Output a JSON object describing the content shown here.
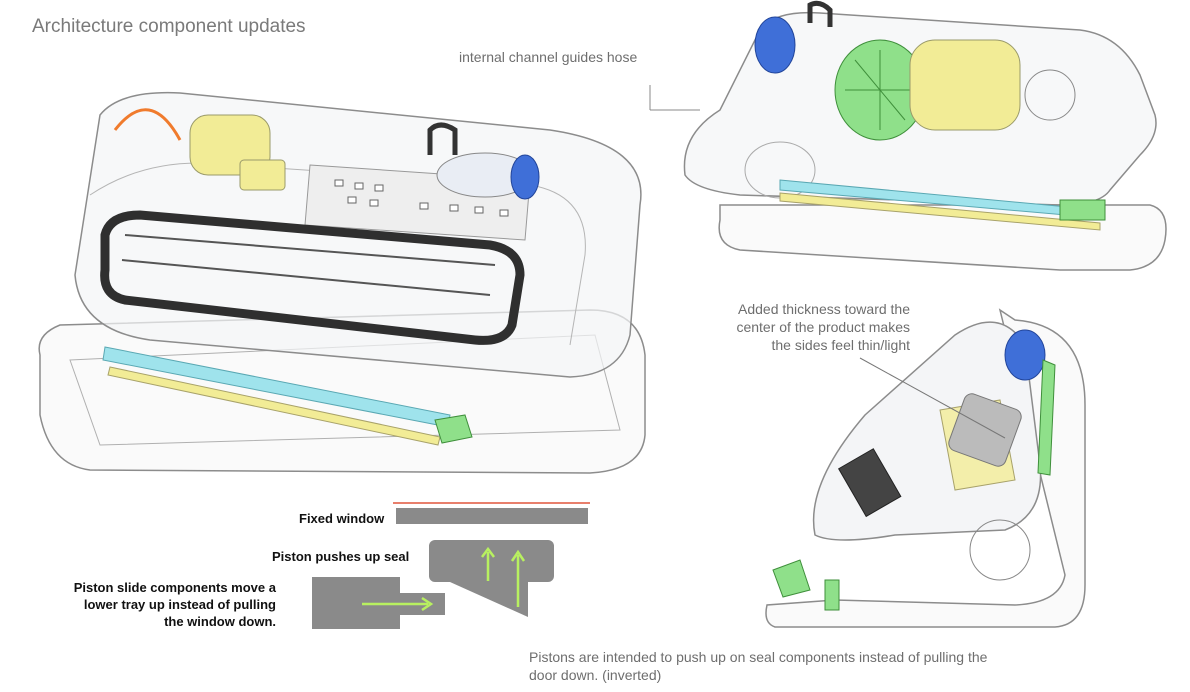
{
  "title": "Architecture component updates",
  "annotations": {
    "internal_channel": "internal channel guides hose",
    "thickness_line1": "Added thickness toward the",
    "thickness_line2": "center of the product makes",
    "thickness_line3": "the sides feel thin/light",
    "fixed_window": "Fixed window",
    "piston_pushes": "Piston pushes up seal",
    "slide_line1": "Piston slide components move a",
    "slide_line2": "lower tray up instead of pulling",
    "slide_line3": "the window down.",
    "pistons_line1": "Pistons are intended to push up on seal components  instead of pulling the",
    "pistons_line2": "door down. (inverted)"
  },
  "colors": {
    "outline": "#8c8c8c",
    "yellow": "#f2ec96",
    "blue": "#3f6fd8",
    "green": "#8fe08a",
    "cyan": "#9fe3ec",
    "gray_block": "#8a8a8a",
    "arrow": "#b8f060",
    "orange_arc": "#f07b2d",
    "red_line": "#e0553c"
  }
}
